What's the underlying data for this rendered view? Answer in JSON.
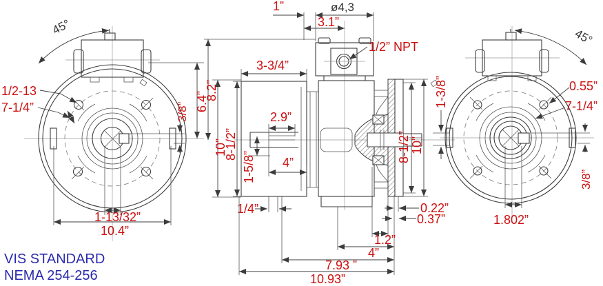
{
  "drawing": {
    "colors": {
      "dimension_text": "#cc1111",
      "note_text": "#2a2aae",
      "line": "#3c3c3c"
    },
    "note": {
      "line1": "VIS STANDARD",
      "line2": "NEMA 254-256"
    },
    "left_view": {
      "angle": "45°",
      "tap_size": "1/2-13",
      "bolt_circle": "7-1/4”",
      "keyway_depth": "3/8”",
      "center_to_top": "6.4”",
      "keyway_width": "1-13/32”",
      "face_diameter": "10.4”"
    },
    "center_view": {
      "box_offset": "1”",
      "box_diameter": "ø4,3",
      "conduit_offset": "3.1”",
      "conduit_size": "1/2” NPT",
      "rear_depth": "3-3/4”",
      "key_length": "2.9”",
      "key_offset": "1-5/8”",
      "shaft_length": "4”",
      "fan_cover_diameter": "8-1/2”",
      "rear_height": "10”",
      "box_top_height": "8.2”",
      "foot_step": "1/4”",
      "pilot_step": "0.22”",
      "flange_thickness": "0.37”",
      "shaft_extension": "1.2”",
      "flange_length": "4”",
      "body_length": "7.93 ”",
      "total_length": "10.93”",
      "flange_bolt_circle": "8-1/2”",
      "flange_diameter": "10”",
      "shaft_stub": "1-3/8”"
    },
    "right_view": {
      "angle": "45°",
      "hole_diameter": "0.55”",
      "bolt_circle": "7-1/4”",
      "keyway_width": "1.802”",
      "keyway_depth": "3/8”"
    }
  }
}
